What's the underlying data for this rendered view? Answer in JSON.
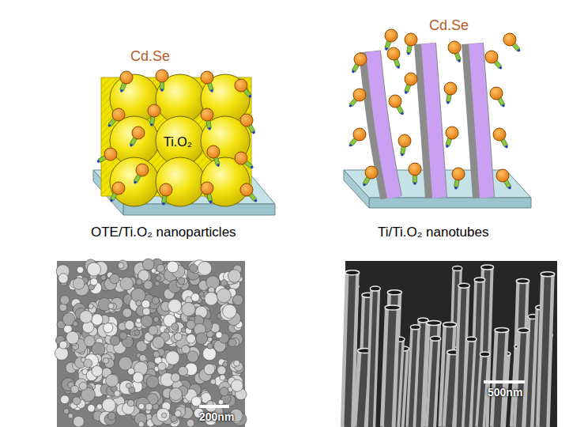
{
  "diagram": {
    "labels": [
      "Cd.Se",
      "Cd.Se",
      "Ti.O₂",
      "OTE/Ti.O₂ nanoparticles",
      "Ti/Ti.O₂ nanotubes",
      "200nm",
      "500nm"
    ]
  }
}
